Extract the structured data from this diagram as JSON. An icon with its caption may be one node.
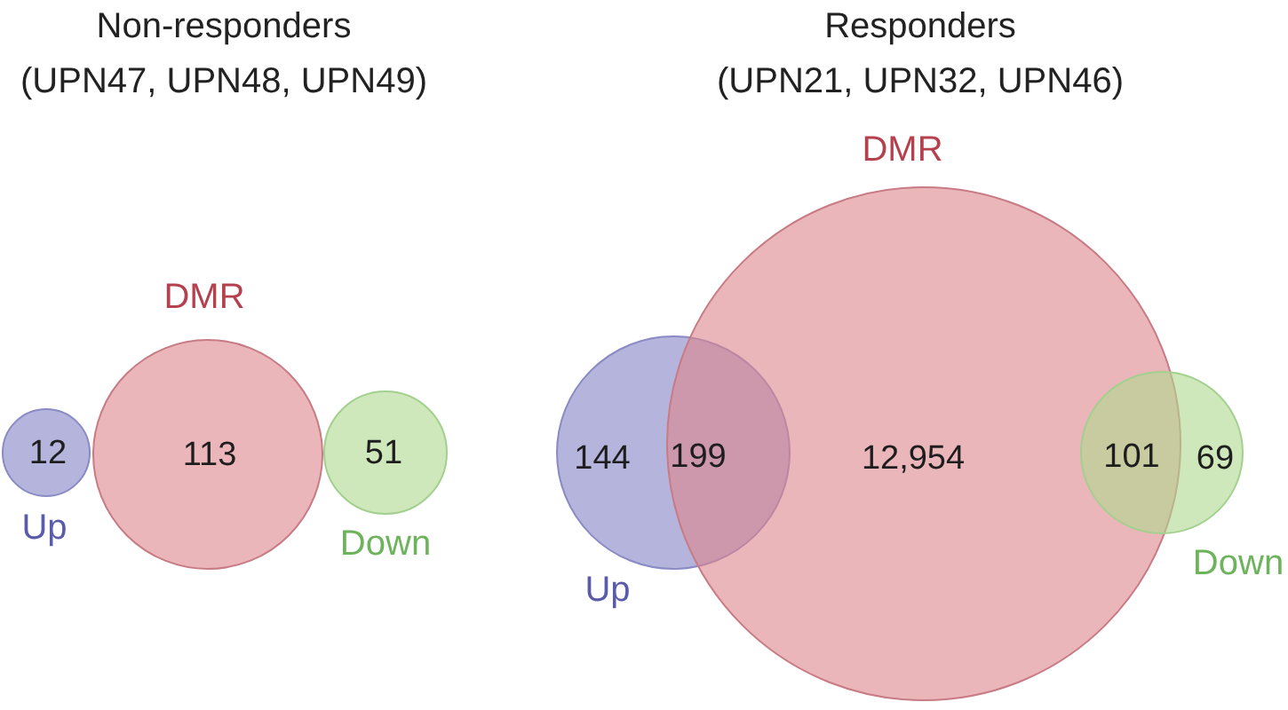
{
  "diagram": {
    "nodes": [
      {
        "text": [
          "12"
        ],
        "beside": [
          "Up"
        ]
      },
      {
        "text": [
          "113"
        ],
        "beside": [
          "DMR"
        ]
      },
      {
        "text": [
          "51"
        ],
        "beside": [
          "Down"
        ]
      },
      {
        "text": [
          "144"
        ],
        "beside": [
          "Up"
        ]
      },
      {
        "text": [
          "12,954"
        ],
        "beside": [
          "DMR"
        ]
      },
      {
        "text": [
          "69"
        ],
        "beside": [
          "Down"
        ]
      }
    ],
    "labels": [
      "Non-responders (UPN47, UPN48, UPN49)",
      "Responders (UPN21, UPN32, UPN46)",
      "199",
      "101"
    ]
  }
}
